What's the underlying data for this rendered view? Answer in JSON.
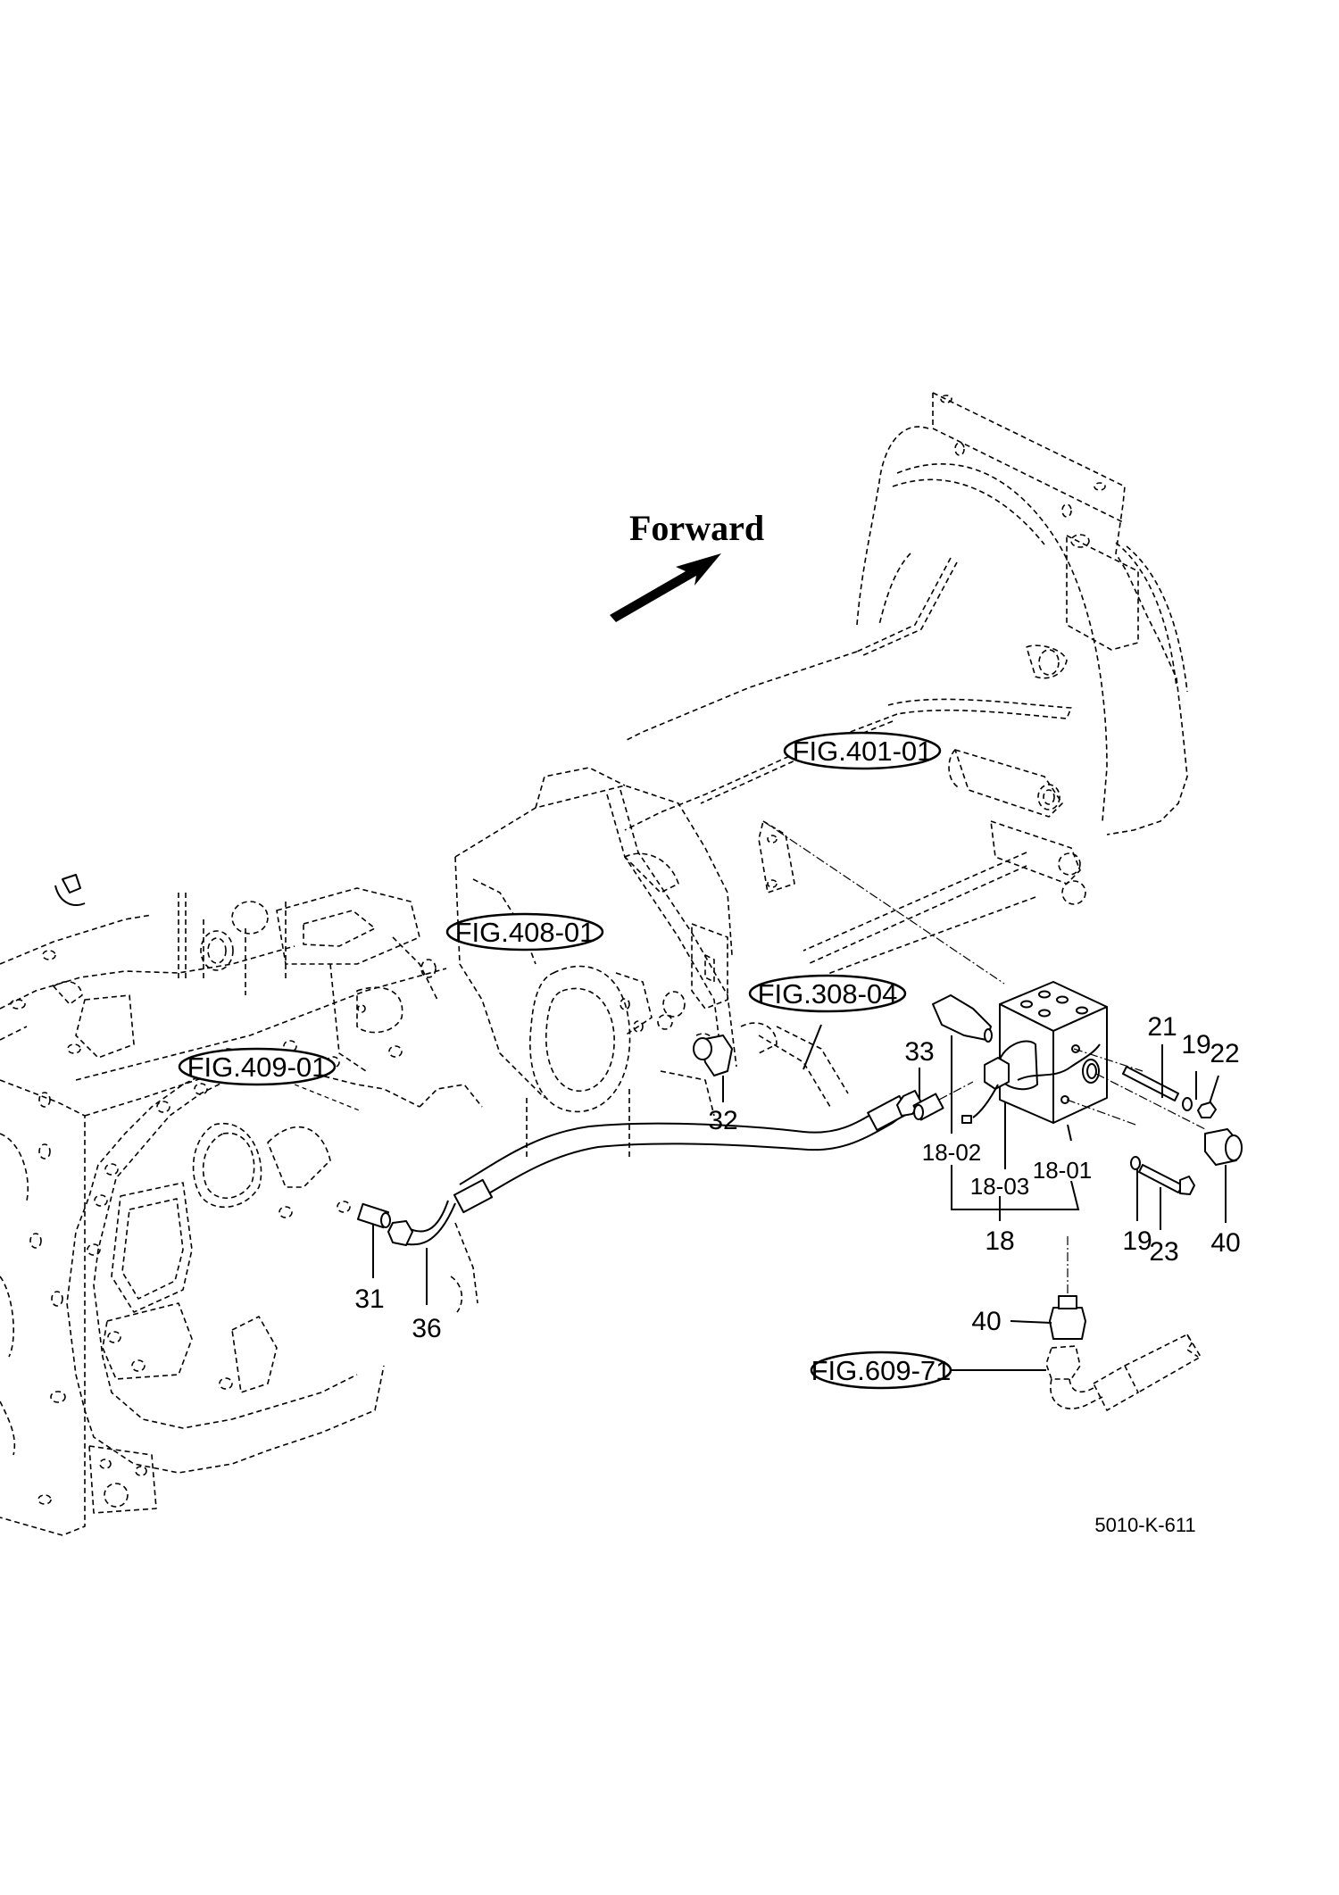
{
  "diagram": {
    "title": "Forward",
    "drawing_code": "5010-K-611",
    "direction_indicator": {
      "label": "Forward",
      "icon": "arrow-up-right-icon"
    },
    "figure_references": [
      {
        "id": "fig-401-01",
        "label": "FIG.401-01"
      },
      {
        "id": "fig-408-01",
        "label": "FIG.408-01"
      },
      {
        "id": "fig-308-04",
        "label": "FIG.308-04"
      },
      {
        "id": "fig-409-01",
        "label": "FIG.409-01"
      },
      {
        "id": "fig-609-71",
        "label": "FIG.609-71"
      }
    ],
    "part_callouts": [
      {
        "id": "p21",
        "label": "21"
      },
      {
        "id": "p19a",
        "label": "19"
      },
      {
        "id": "p22",
        "label": "22"
      },
      {
        "id": "p33",
        "label": "33"
      },
      {
        "id": "p32",
        "label": "32"
      },
      {
        "id": "p18-02",
        "label": "18-02"
      },
      {
        "id": "p18-01",
        "label": "18-01"
      },
      {
        "id": "p18-03",
        "label": "18-03"
      },
      {
        "id": "p18",
        "label": "18"
      },
      {
        "id": "p19b",
        "label": "19"
      },
      {
        "id": "p23",
        "label": "23"
      },
      {
        "id": "p40a",
        "label": "40"
      },
      {
        "id": "p40b",
        "label": "40"
      },
      {
        "id": "p31",
        "label": "31"
      },
      {
        "id": "p36",
        "label": "36"
      }
    ]
  }
}
